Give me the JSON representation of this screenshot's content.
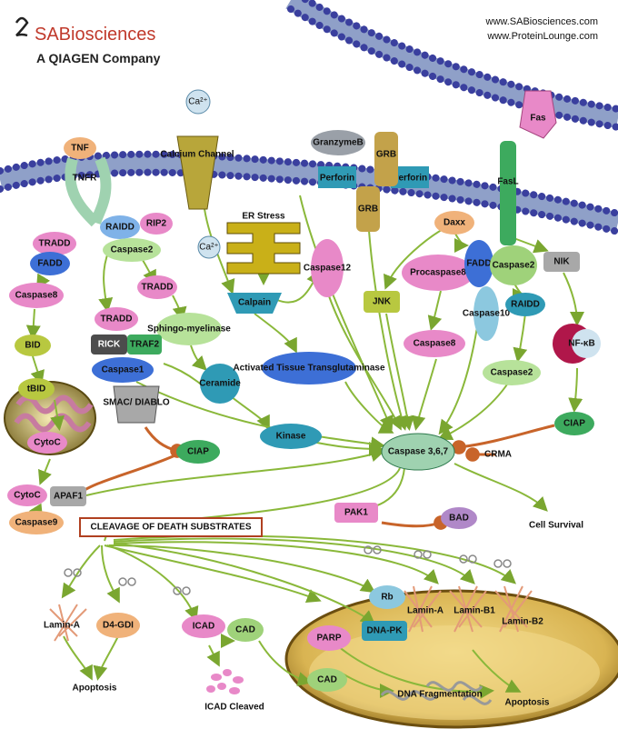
{
  "header": {
    "brand": "SABiosciences",
    "brand_sub": "A QIAGEN Company",
    "url1": "www.SABiosciences.com",
    "url2": "www.ProteinLounge.com"
  },
  "membrane": {
    "calcium_ion": "Ca²⁺",
    "calcium_channel": "Calcium Channel",
    "calcium_ion_inner": "Ca²⁺",
    "granzymeb": "GranzymeB",
    "perforin_left": "Perforin",
    "perforin_right": "Perforin",
    "grb_top": "GRB",
    "grb_bottom": "GRB",
    "fas": "Fas",
    "fasl": "FasL",
    "tnf": "TNF",
    "tnfr": "TNFR"
  },
  "nodes": {
    "raidd1": "RAIDD",
    "rip2": "RIP2",
    "tradd1": "TRADD",
    "caspase2_top": "Caspase2",
    "fadd1": "FADD",
    "caspase8_left": "Caspase8",
    "tradd2": "TRADD",
    "er_stress": "ER Stress",
    "caspase12": "Caspase12",
    "calpain": "Calpain",
    "tradd3": "TRADD",
    "sphingomyelinase": "Sphingo-myelinase",
    "rick": "RICK",
    "traf2": "TRAF2",
    "caspase1": "Caspase1",
    "bid": "BID",
    "tbid": "tBID",
    "ceramide": "Ceramide",
    "activated_tg": "Activated Tissue Transglutaminase",
    "smac": "SMAC/ DIABLO",
    "kinase": "Kinase",
    "cytoc_mito": "CytoC",
    "ciap_center": "CIAP",
    "cytoc_apaf": "CytoC",
    "apaf1": "APAF1",
    "caspase9": "Caspase9",
    "daxx": "Daxx",
    "procaspase8": "Procaspase8",
    "fadd2": "FADD",
    "caspase10": "Caspase10",
    "caspase2_right": "Caspase2",
    "nik": "NIK",
    "jnk": "JNK",
    "caspase8_right": "Caspase8",
    "raidd2": "RAIDD",
    "nfkb": "NF-κB",
    "caspase2_low": "Caspase2",
    "ciap_right": "CIAP",
    "caspase367": "Caspase 3,6,7",
    "crma": "CRMA",
    "pak1": "PAK1",
    "bad": "BAD",
    "cell_survival": "Cell Survival"
  },
  "substrates": {
    "box_label": "CLEAVAGE OF DEATH SUBSTRATES",
    "lamin_a_left": "Lamin-A",
    "d4gdi": "D4-GDI",
    "icad": "ICAD",
    "cad1": "CAD",
    "apoptosis_left": "Apoptosis",
    "icad_cleaved": "ICAD Cleaved",
    "rb": "Rb",
    "lamin_a_right": "Lamin-A",
    "lamin_b1": "Lamin-B1",
    "lamin_b2": "Lamin-B2",
    "parp": "PARP",
    "dnapk": "DNA-PK",
    "cad2": "CAD",
    "dna_frag": "DNA Fragmentation",
    "apoptosis_right": "Apoptosis"
  },
  "colors": {
    "membrane_bead": "#3a3f9e",
    "membrane_tail": "#8fa0c8",
    "arrow": "#8ab83a",
    "inhibit": "#c8642a",
    "pink": "#e889c8",
    "green": "#9fd27a",
    "blue": "#3d6fd6",
    "teal": "#2f9ab5",
    "orange": "#f0b27a",
    "nucleus": "#b8902e"
  }
}
